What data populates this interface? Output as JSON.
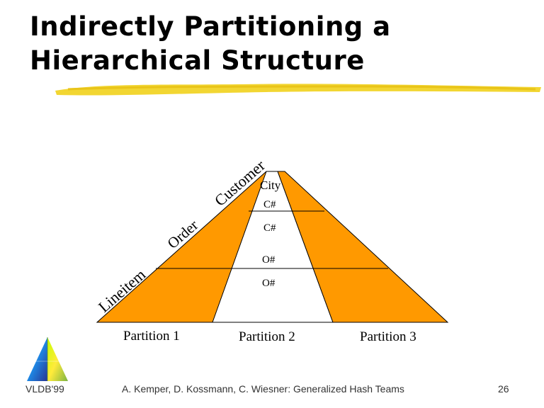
{
  "slide": {
    "title_line1": "Indirectly Partitioning a",
    "title_line2": "Hierarchical Structure"
  },
  "diagram": {
    "levels": {
      "customer": "Customer",
      "order": "Order",
      "lineitem": "Lineitem"
    },
    "middle_labels": {
      "city": "City",
      "c1": "C#",
      "c2": "C#",
      "o1": "O#",
      "o2": "O#"
    },
    "partitions": [
      "Partition 1",
      "Partition 2",
      "Partition 3"
    ],
    "colors": {
      "partition_fill": "#ff9900",
      "middle_fill": "#ffffff",
      "stroke": "#000000"
    }
  },
  "footer": {
    "left": "VLDB'99",
    "center": "A. Kemper, D. Kossmann, C. Wiesner: Generalized Hash Teams",
    "page": "26"
  }
}
